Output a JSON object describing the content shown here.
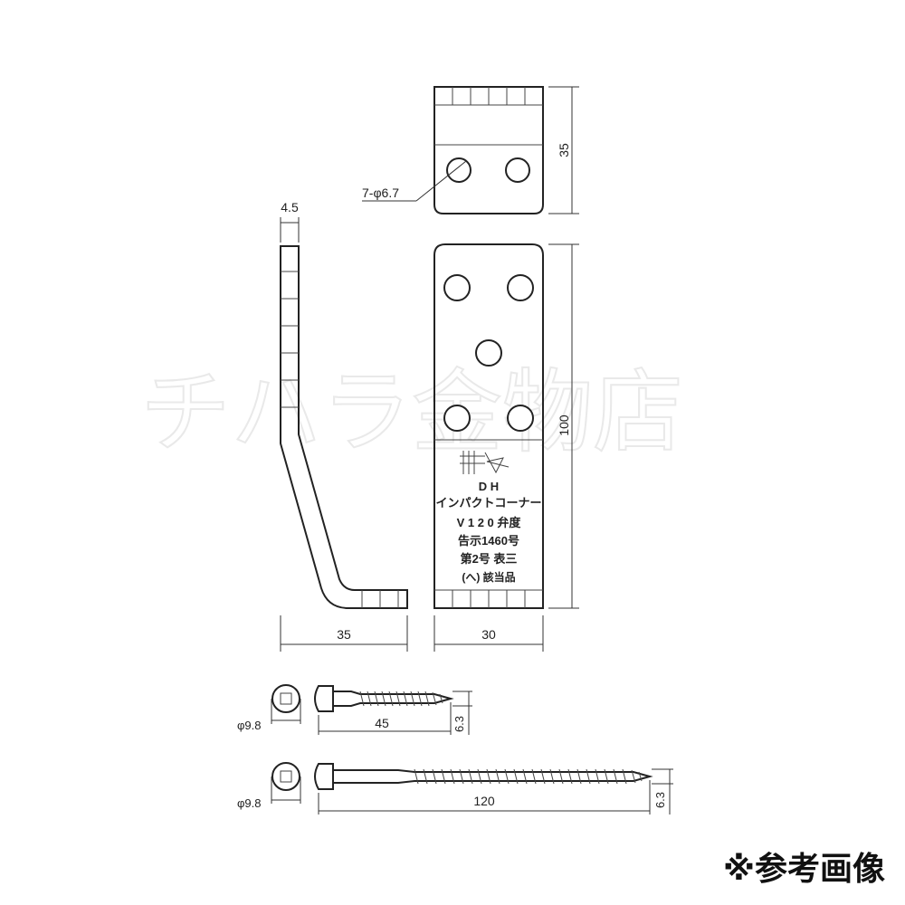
{
  "watermark": "チハラ金物店",
  "dimensions": {
    "thickness": "4.5",
    "leg_width": "35",
    "bracket_width": "30",
    "top_height": "35",
    "body_height": "100",
    "hole_spec": "7-φ6.7",
    "screw_short": {
      "head": "φ9.8",
      "length": "45",
      "thread": "6.3"
    },
    "screw_long": {
      "head": "φ9.8",
      "length": "120",
      "thread": "6.3"
    }
  },
  "stamp": {
    "line1": "D H",
    "line2": "インパクトコーナー",
    "line3": "V 1 2 0  弁度",
    "line4": "告示1460号",
    "line5": "第2号  表三",
    "line6": "(へ) 該当品"
  },
  "note": "※参考画像"
}
